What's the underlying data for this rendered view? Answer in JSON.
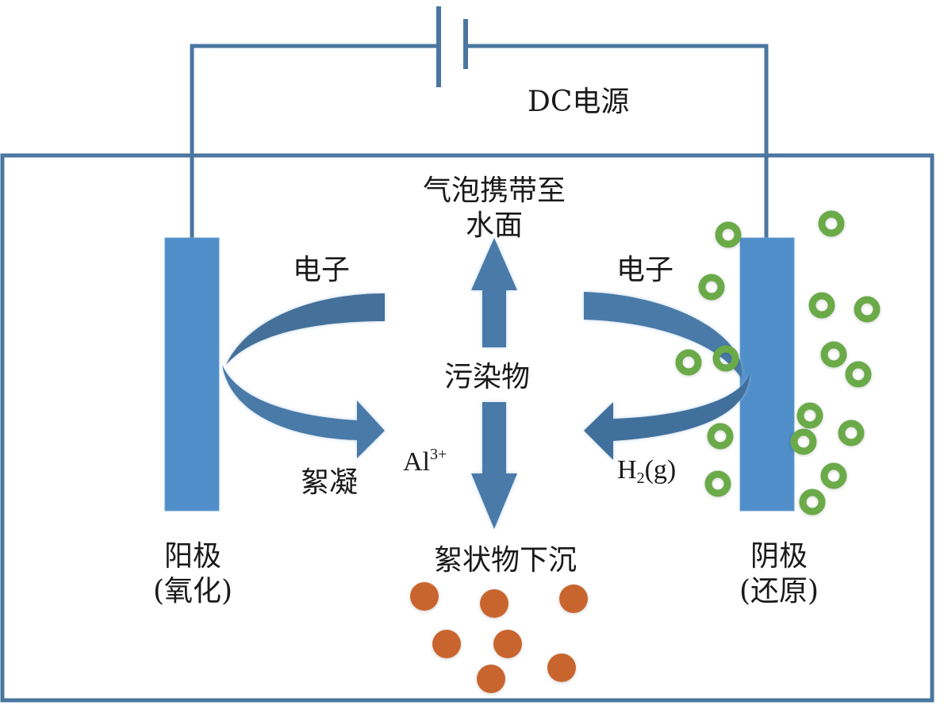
{
  "diagram": {
    "title": "Electrocoagulation process schematic",
    "power_supply": {
      "label": "DC电源",
      "icon": "battery-icon"
    },
    "anode": {
      "name": "阳极",
      "sub": "(氧化)"
    },
    "cathode": {
      "name": "阴极",
      "sub": "(还原)"
    },
    "anode_flow": {
      "top": "电子",
      "bottom": "絮凝"
    },
    "cathode_flow": {
      "top": "电子",
      "bottom_main": "H",
      "bottom_sub": "2",
      "bottom_tail": "(g)"
    },
    "center": {
      "up_line1": "气泡携带至",
      "up_line2": "水面",
      "middle": "污染物",
      "ion_main": "Al",
      "ion_sup": "3+",
      "down": "絮状物下沉"
    },
    "colors": {
      "wire": "#4a76a0",
      "electrode": "#4f8ec9",
      "arrow": "#4a7aa8",
      "arrow_dark": "#43709c",
      "bubble": "#6aaa4a",
      "floc": "#c8652f",
      "text": "#1a1a1a"
    },
    "bubbles_count": 16,
    "flocs_count": 7
  }
}
